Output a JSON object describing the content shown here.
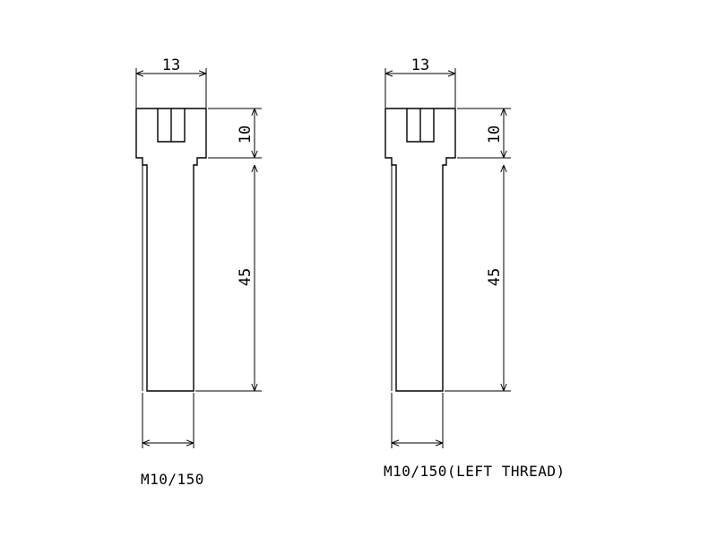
{
  "parts": [
    {
      "head_width_label": "13",
      "head_height_label": "10",
      "shank_length_label": "45",
      "caption": "M10/150"
    },
    {
      "head_width_label": "13",
      "head_height_label": "10",
      "shank_length_label": "45",
      "caption": "M10/150(LEFT THREAD)"
    }
  ]
}
